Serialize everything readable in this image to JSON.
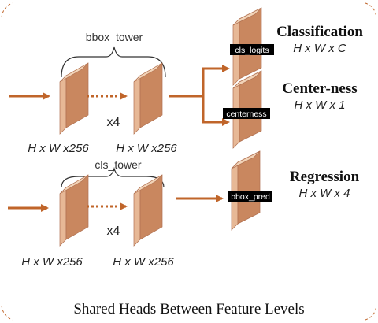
{
  "colors": {
    "arrow": "#c0652a",
    "panel_front": "#c9875f",
    "panel_side": "#e7b896",
    "panel_top": "#f2d3b7",
    "label_bg": "#000000",
    "text": "#222222"
  },
  "top_branch": {
    "brace_label": "bbox_tower",
    "repeat_label": "x4",
    "left_dim": "H x W x256",
    "right_dim": "H x W x256"
  },
  "bottom_branch": {
    "brace_label": "cls_tower",
    "repeat_label": "x4",
    "left_dim": "H x W x256",
    "right_dim": "H x W x256"
  },
  "heads": [
    {
      "title": "Classification",
      "dims": "H x W x C",
      "tag": "cls_logits"
    },
    {
      "title": "Center-ness",
      "dims": "H x W x 1",
      "tag": "centerness"
    },
    {
      "title": "Regression",
      "dims": "H x W x 4",
      "tag": "bbox_pred"
    }
  ],
  "caption": "Shared Heads Between Feature Levels"
}
